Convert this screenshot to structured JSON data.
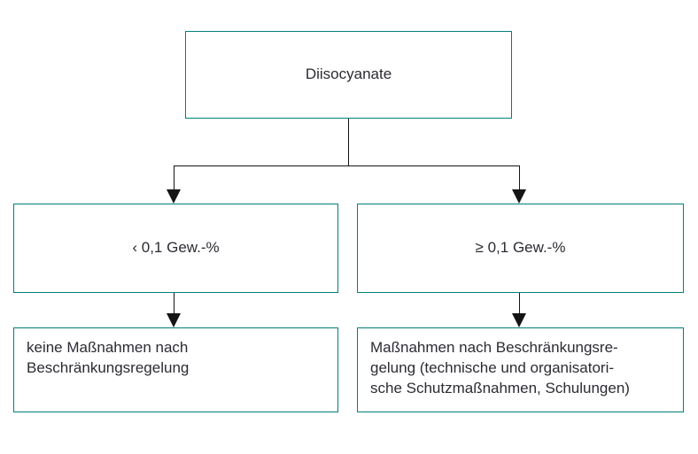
{
  "diagram": {
    "title": "Diisocyanate Beschraenkungsregelung Entscheidungsbaum",
    "colors": {
      "box_border": "#00807e",
      "connector": "#141414",
      "text": "#2b2b33",
      "background": "#ffffff"
    },
    "nodes": {
      "root": {
        "label": "Diisocyanate",
        "align": "center"
      },
      "branch_low": {
        "label": "‹ 0,1 Gew.-%",
        "align": "center"
      },
      "branch_high": {
        "label": "≥ 0,1 Gew.-%",
        "align": "center"
      },
      "action_low": {
        "label": "keine Maßnahmen nach\nBeschränkungsregelung",
        "align": "left"
      },
      "action_high": {
        "label": "Maßnahmen nach Beschränkungsre-\ngelung (technische und organisatori-\nsche Schutzmaßnahmen, Schulungen)",
        "align": "left"
      }
    },
    "connectors": [
      {
        "name": "root-to-split",
        "from": "root",
        "to": "split-bar",
        "style": "line"
      },
      {
        "name": "split-to-branch-low",
        "from": "split-bar",
        "to": "branch_low",
        "style": "arrow"
      },
      {
        "name": "split-to-branch-high",
        "from": "split-bar",
        "to": "branch_high",
        "style": "arrow"
      },
      {
        "name": "branch-low-to-action-low",
        "from": "branch_low",
        "to": "action_low",
        "style": "arrow"
      },
      {
        "name": "branch-high-to-action-high",
        "from": "branch_high",
        "to": "action_high",
        "style": "arrow"
      }
    ]
  }
}
